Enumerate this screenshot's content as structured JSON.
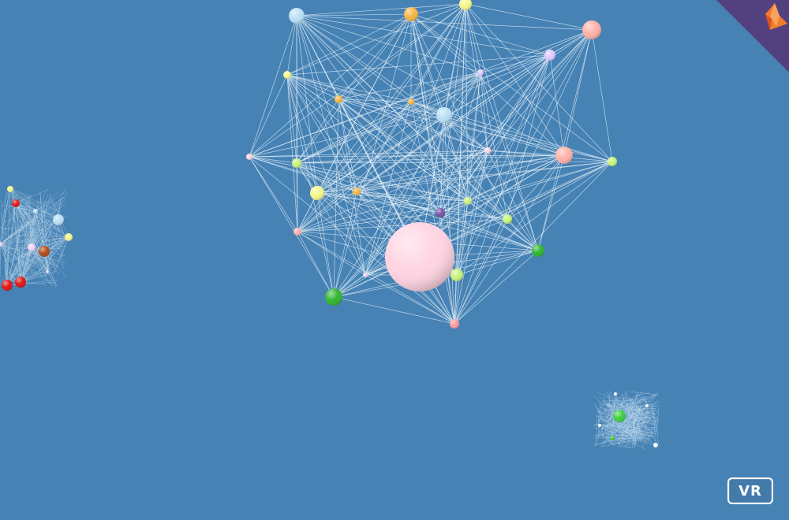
{
  "vr_button": {
    "label": "VR"
  },
  "colors": {
    "background": "#4682b4",
    "links": "#e6f2fa",
    "badge_background": "#53417f",
    "badge_logo": "#f47b2a"
  },
  "icons": {
    "badge": "flame-logo-icon"
  },
  "graphs": [
    {
      "name": "central-graph",
      "node_colors": [
        "#f6f68a",
        "#ffb0a8",
        "#b9e0f6",
        "#f7b544",
        "#ffd3e2",
        "#e0c9ff",
        "#c7f37a",
        "#2fb52f",
        "#f2d3f6",
        "#7a4fa2",
        "#ff9a9a"
      ]
    },
    {
      "name": "left-graph",
      "node_colors": [
        "#e01414",
        "#b14a1a",
        "#b9e0f6",
        "#f6f68a",
        "#f2d3f6"
      ]
    },
    {
      "name": "bottom-right-graph",
      "node_colors": [
        "#3ecf3e",
        "#ffffff"
      ]
    }
  ]
}
